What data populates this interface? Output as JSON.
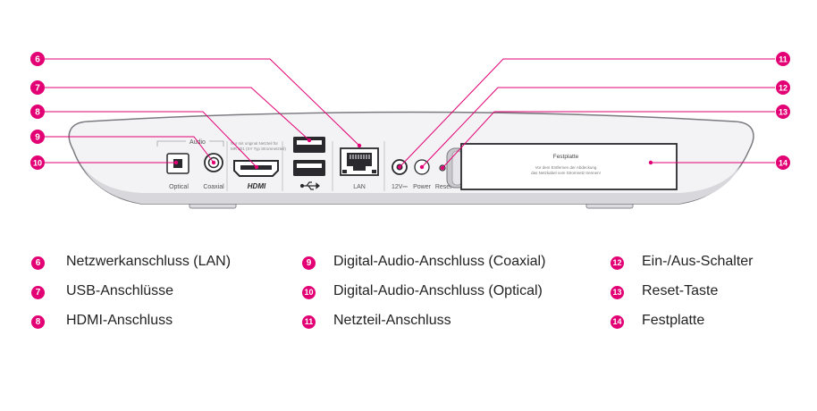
{
  "colors": {
    "accent": "#e20074",
    "device_body": "#f2f1f4",
    "device_outline": "#7a7a80",
    "port": "#2a2a2e"
  },
  "device": {
    "port_labels": {
      "audio": "Audio",
      "optical": "Optical",
      "coaxial": "Coaxial",
      "hdmi": "HDMI",
      "lan": "LAN",
      "power_in": "12V⎓",
      "power": "Power",
      "reset": "Reset"
    },
    "fine_print": [
      "Nur mit original Netzteil für",
      "MR 201 (SY Typ Stromnetzteil)"
    ],
    "drive_title": "Festplatte",
    "drive_note": [
      "Vor dem Entfernen der Abdeckung",
      "das Netzkabel vom Stromnetz trennen!"
    ]
  },
  "callouts": [
    "6",
    "7",
    "8",
    "9",
    "10",
    "11",
    "12",
    "13",
    "14"
  ],
  "legend": [
    {
      "num": "6",
      "label": "Netzwerkanschluss (LAN)"
    },
    {
      "num": "7",
      "label": "USB-Anschlüsse"
    },
    {
      "num": "8",
      "label": "HDMI-Anschluss"
    },
    {
      "num": "9",
      "label": "Digital-Audio-Anschluss (Coaxial)"
    },
    {
      "num": "10",
      "label": "Digital-Audio-Anschluss (Optical)"
    },
    {
      "num": "11",
      "label": "Netzteil-Anschluss"
    },
    {
      "num": "12",
      "label": "Ein-/Aus-Schalter"
    },
    {
      "num": "13",
      "label": "Reset-Taste"
    },
    {
      "num": "14",
      "label": "Festplatte"
    }
  ]
}
